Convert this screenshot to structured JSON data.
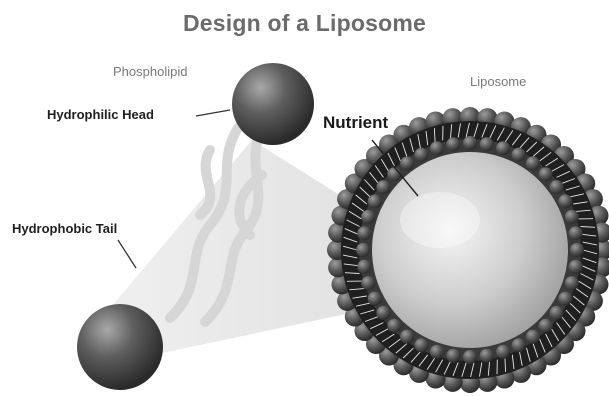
{
  "title": "Design of a Liposome",
  "labels": {
    "phospholipid": "Phospholipid",
    "hydrophilic_head": "Hydrophilic Head",
    "hydrophobic_tail": "Hydrophobic Tail",
    "nutrient": "Nutrient",
    "liposome": "Liposome"
  },
  "colors": {
    "head": "#5a5a5a",
    "tail": "#d9d9d9",
    "nutrient_core": "#cfcfcf",
    "background": "#ffffff"
  }
}
